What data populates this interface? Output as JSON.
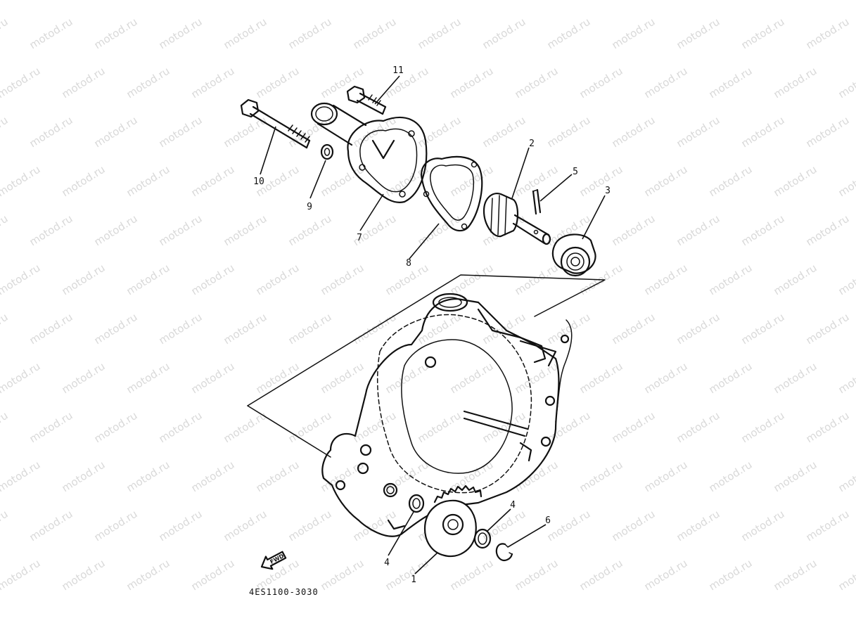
{
  "watermark": {
    "text": "motod.ru"
  },
  "diagram_code": "4ES1100-3030",
  "fwd_label": "FWD",
  "callouts": [
    {
      "id": "callout-11",
      "label": "11"
    },
    {
      "id": "callout-10",
      "label": "10"
    },
    {
      "id": "callout-9",
      "label": "9"
    },
    {
      "id": "callout-7",
      "label": "7"
    },
    {
      "id": "callout-8",
      "label": "8"
    },
    {
      "id": "callout-2",
      "label": "2"
    },
    {
      "id": "callout-5",
      "label": "5"
    },
    {
      "id": "callout-3",
      "label": "3"
    },
    {
      "id": "callout-4a",
      "label": "4"
    },
    {
      "id": "callout-6",
      "label": "6"
    },
    {
      "id": "callout-4b",
      "label": "4"
    },
    {
      "id": "callout-1",
      "label": "1"
    }
  ]
}
